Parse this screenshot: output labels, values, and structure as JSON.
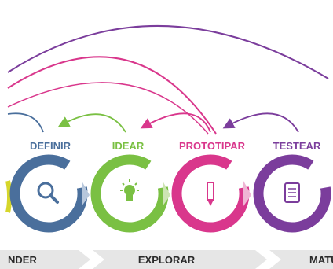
{
  "stages": [
    {
      "label": "DEFINIR",
      "color": "#4a6f9c",
      "light": "#b7c7dc",
      "icon": "magnifier-icon"
    },
    {
      "label": "IDEAR",
      "color": "#7ac043",
      "light": "#cde4b3",
      "icon": "lightbulb-icon"
    },
    {
      "label": "PROTOTIPAR",
      "color": "#d9378c",
      "light": "#efb6d4",
      "icon": "pencil-icon"
    },
    {
      "label": "TESTEAR",
      "color": "#7b3d9c",
      "light": "#c9b0d8",
      "icon": "notepad-icon"
    }
  ],
  "phases": [
    "NDER",
    "EXPLORAR",
    "MATU"
  ],
  "colors": {
    "arrow_gray": "#e6e6e6",
    "text_dark": "#2b2b2b"
  }
}
